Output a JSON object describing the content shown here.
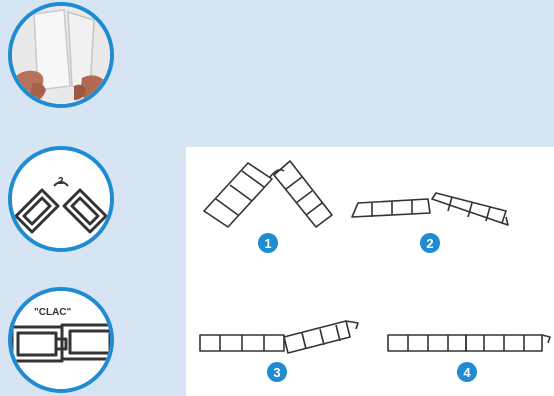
{
  "circle_photo": {
    "description_icon": "hands-holding-panel"
  },
  "circle_hinge": {
    "label": "2"
  },
  "circle_click": {
    "label": "\"CLAC\""
  },
  "steps": [
    {
      "label": "1"
    },
    {
      "label": "2"
    },
    {
      "label": "3"
    },
    {
      "label": "4"
    }
  ],
  "colors": {
    "background": "#d6e4f4",
    "accent": "#1f8bd0",
    "line": "#333333"
  }
}
